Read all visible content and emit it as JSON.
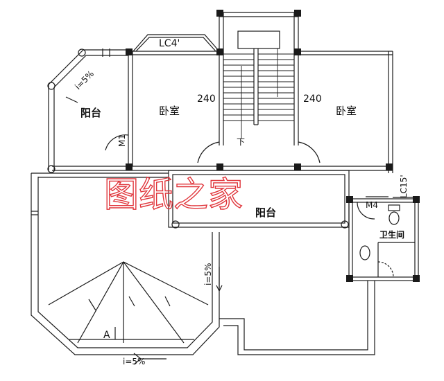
{
  "labels": {
    "balcony_left": "阳台",
    "balcony_center": "阳台",
    "bedroom_left": "卧室",
    "bedroom_right": "卧室",
    "bathroom": "卫生间",
    "dim_left": "240",
    "dim_right": "240",
    "stair_down": "下",
    "window_top": "LC4'",
    "window_right": "LC15'",
    "door_left": "M1",
    "door_bath": "M4",
    "slope_balcony": "i=5%",
    "slope_roof_right": "i=5%",
    "slope_roof_bottom": "i=5%",
    "section_mark": "A",
    "watermark": "图纸之家"
  },
  "colors": {
    "line": "#1a1a1a",
    "watermark": "#e0353b",
    "background": "#ffffff"
  }
}
